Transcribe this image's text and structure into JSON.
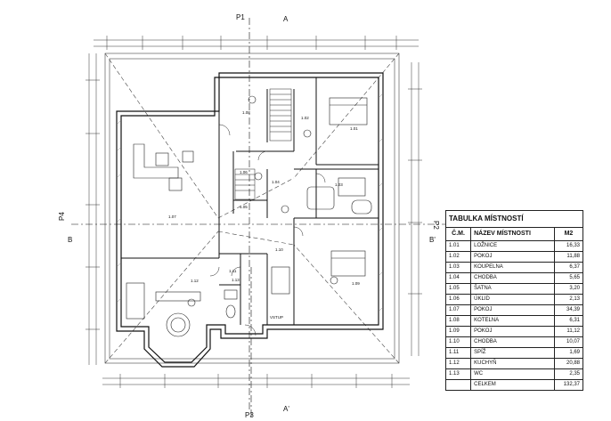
{
  "sections": {
    "p1": "P1",
    "p2": "P2",
    "p3": "P3",
    "p4": "P4",
    "a": "A",
    "a_prime": "A'",
    "b": "B",
    "b_prime": "B'"
  },
  "table": {
    "title": "TABULKA MÍSTNOSTÍ",
    "headers": [
      "Č.M.",
      "NÁZEV MÍSTNOSTI",
      "M2"
    ],
    "rows": [
      [
        "1.01",
        "LOŽNICE",
        "16,33"
      ],
      [
        "1.02",
        "POKOJ",
        "11,88"
      ],
      [
        "1.03",
        "KOUPELNA",
        "6,37"
      ],
      [
        "1.04",
        "CHODBA",
        "5,65"
      ],
      [
        "1.05",
        "ŠATNA",
        "3,20"
      ],
      [
        "1.06",
        "ÚKLID",
        "2,13"
      ],
      [
        "1.07",
        "POKOJ",
        "34,39"
      ],
      [
        "1.08",
        "KOTELNA",
        "6,31"
      ],
      [
        "1.09",
        "POKOJ",
        "11,12"
      ],
      [
        "1.10",
        "CHODBA",
        "10,07"
      ],
      [
        "1.11",
        "SPÍŽ",
        "1,69"
      ],
      [
        "1.12",
        "KUCHYŇ",
        "20,88"
      ],
      [
        "1.13",
        "WC",
        "2,35"
      ]
    ],
    "total_label": "CELKEM",
    "total_value": "132,37"
  },
  "rooms": [
    {
      "id": "1.01"
    },
    {
      "id": "1.02"
    },
    {
      "id": "1.03"
    },
    {
      "id": "1.04"
    },
    {
      "id": "1.05"
    },
    {
      "id": "1.06"
    },
    {
      "id": "1.07"
    },
    {
      "id": "1.08"
    },
    {
      "id": "1.09"
    },
    {
      "id": "1.10"
    },
    {
      "id": "1.11"
    },
    {
      "id": "1.12"
    },
    {
      "id": "1.13"
    }
  ],
  "entrance_label": "VSTUP"
}
